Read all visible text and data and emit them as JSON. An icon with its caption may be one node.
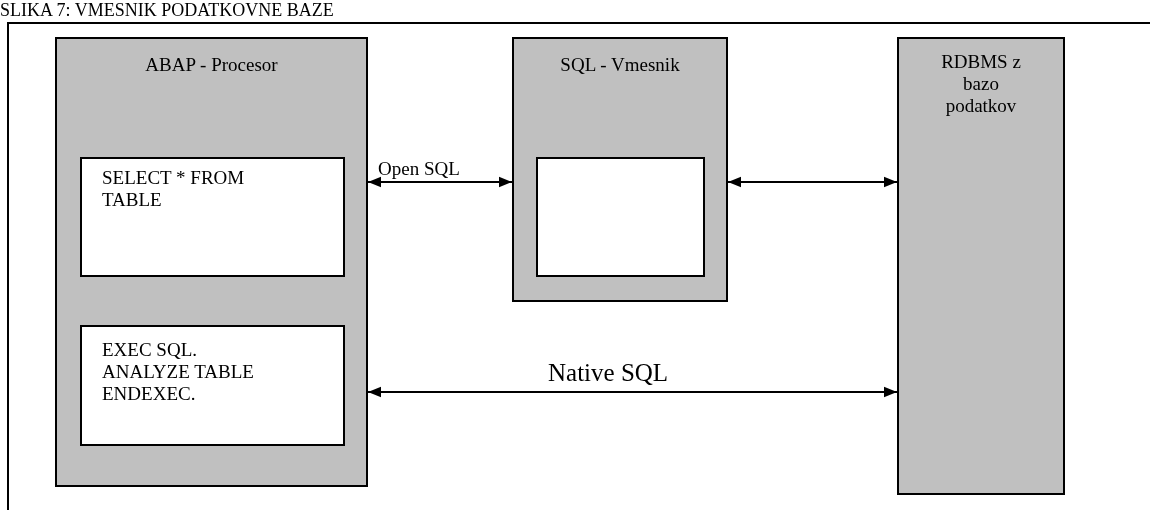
{
  "diagram": {
    "title": "SLIKA 7: VMESNIK PODATKOVNE BAZE",
    "nodes": [
      {
        "text": [
          "ABAP - Procesor"
        ]
      },
      {
        "text": [
          "SELECT * FROM TABLE"
        ],
        "in": 0
      },
      {
        "text": [
          "EXEC SQL. ANALYZE TABLE ENDEXEC."
        ],
        "in": 0
      },
      {
        "text": [
          "SQL - Vmesnik"
        ]
      },
      {
        "text": [],
        "shape": "box",
        "in": 3
      },
      {
        "text": [
          "RDBMS z bazo podatkov"
        ]
      }
    ],
    "edges": [
      {
        "from": 0,
        "to": 3,
        "arrow": "both",
        "label": "Open SQL"
      },
      {
        "from": 3,
        "to": 5,
        "arrow": "both"
      },
      {
        "from": 0,
        "to": 5,
        "arrow": "both",
        "label": "Native SQL"
      }
    ]
  }
}
